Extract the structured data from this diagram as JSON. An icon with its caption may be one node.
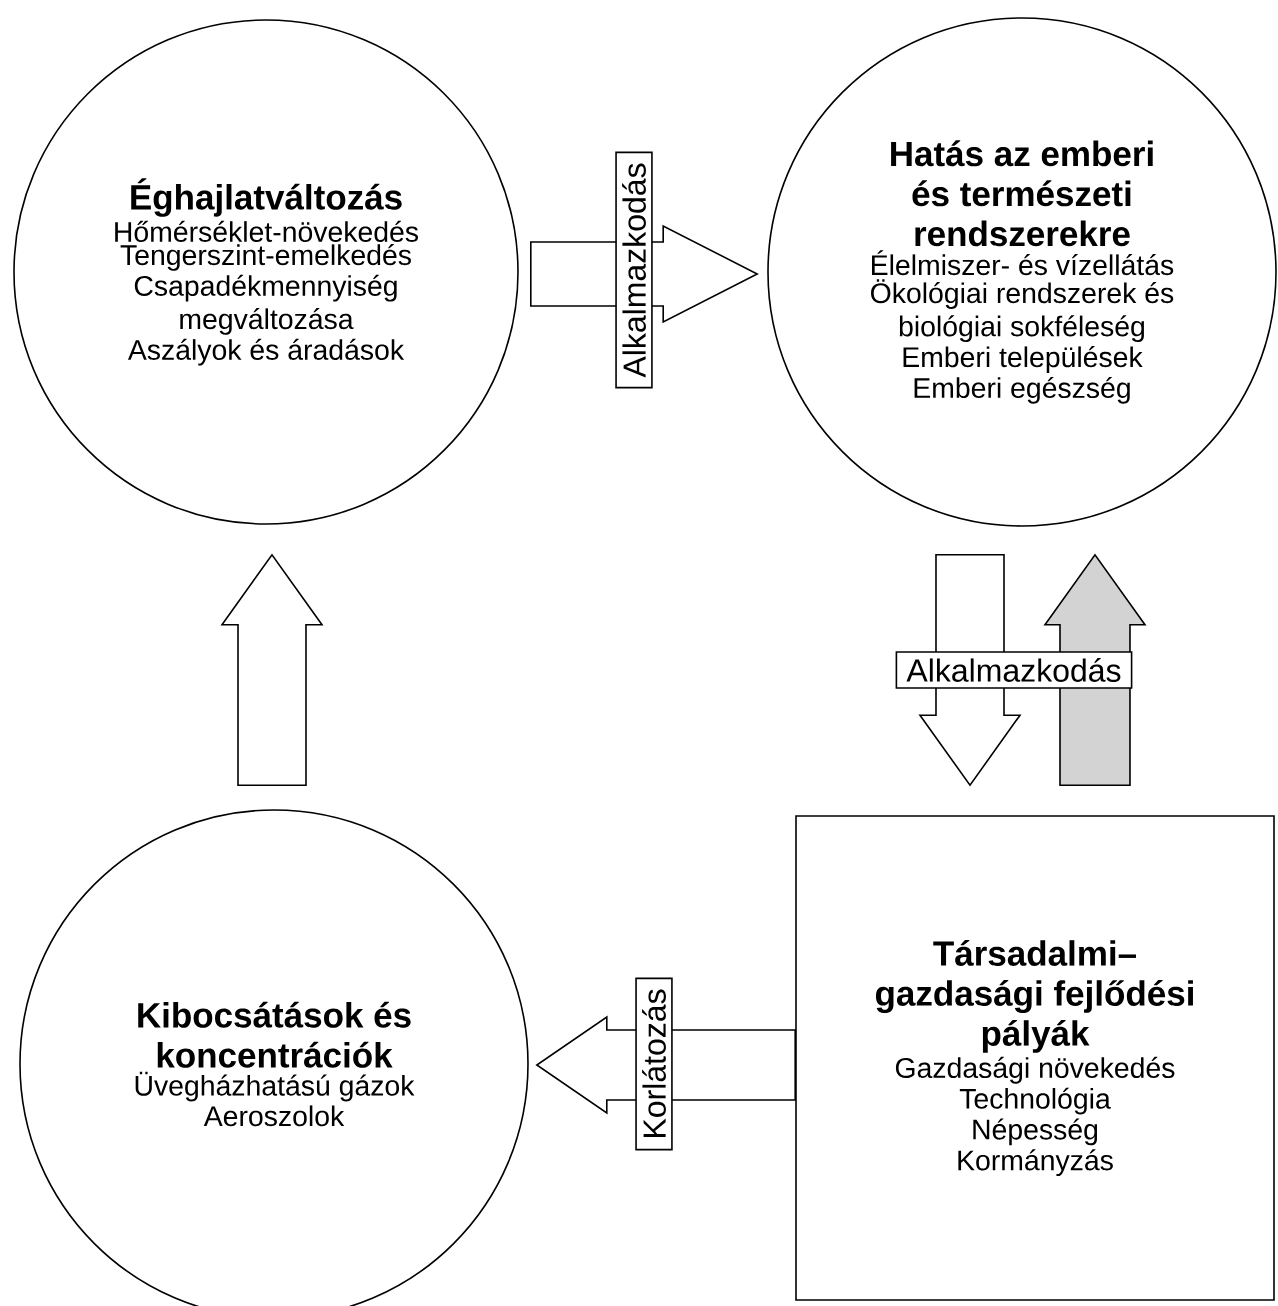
{
  "diagram": {
    "nodes": [
      {
        "text": [
          "Éghajlatváltozás",
          "Hőmérséklet-növekedés",
          "Tengerszint-emelkedés",
          "Csapadékmennyiség megváltozása",
          "Aszályok és áradások"
        ]
      },
      {
        "text": [
          "Hatás az emberi és természeti rendszerekre",
          "Élelmiszer- és vízellátás",
          "Ökológiai rendszerek és biológiai sokféleség",
          "Emberi települések",
          "Emberi egészség"
        ]
      },
      {
        "text": [
          "Társadalmi– gazdasági fejlődési pályák",
          "Gazdasági növekedés",
          "Technológia",
          "Népesség",
          "Kormányzás"
        ]
      },
      {
        "text": [
          "Kibocsátások és koncentrációk",
          "Üvegházhatású gázok",
          "Aeroszolok"
        ]
      }
    ],
    "edges": [
      {
        "from": 0,
        "to": 1,
        "arrow": "to",
        "label": "Alkalmazkodás"
      },
      {
        "from": 1,
        "to": 2,
        "arrow": "to",
        "label": "Alkalmazkodás"
      },
      {
        "from": 2,
        "to": 1,
        "arrow": "to",
        "color": "#d3d3d3"
      },
      {
        "from": 2,
        "to": 3,
        "arrow": "to",
        "label": "Korlátozás"
      },
      {
        "from": 3,
        "to": 0,
        "arrow": "to"
      }
    ]
  }
}
